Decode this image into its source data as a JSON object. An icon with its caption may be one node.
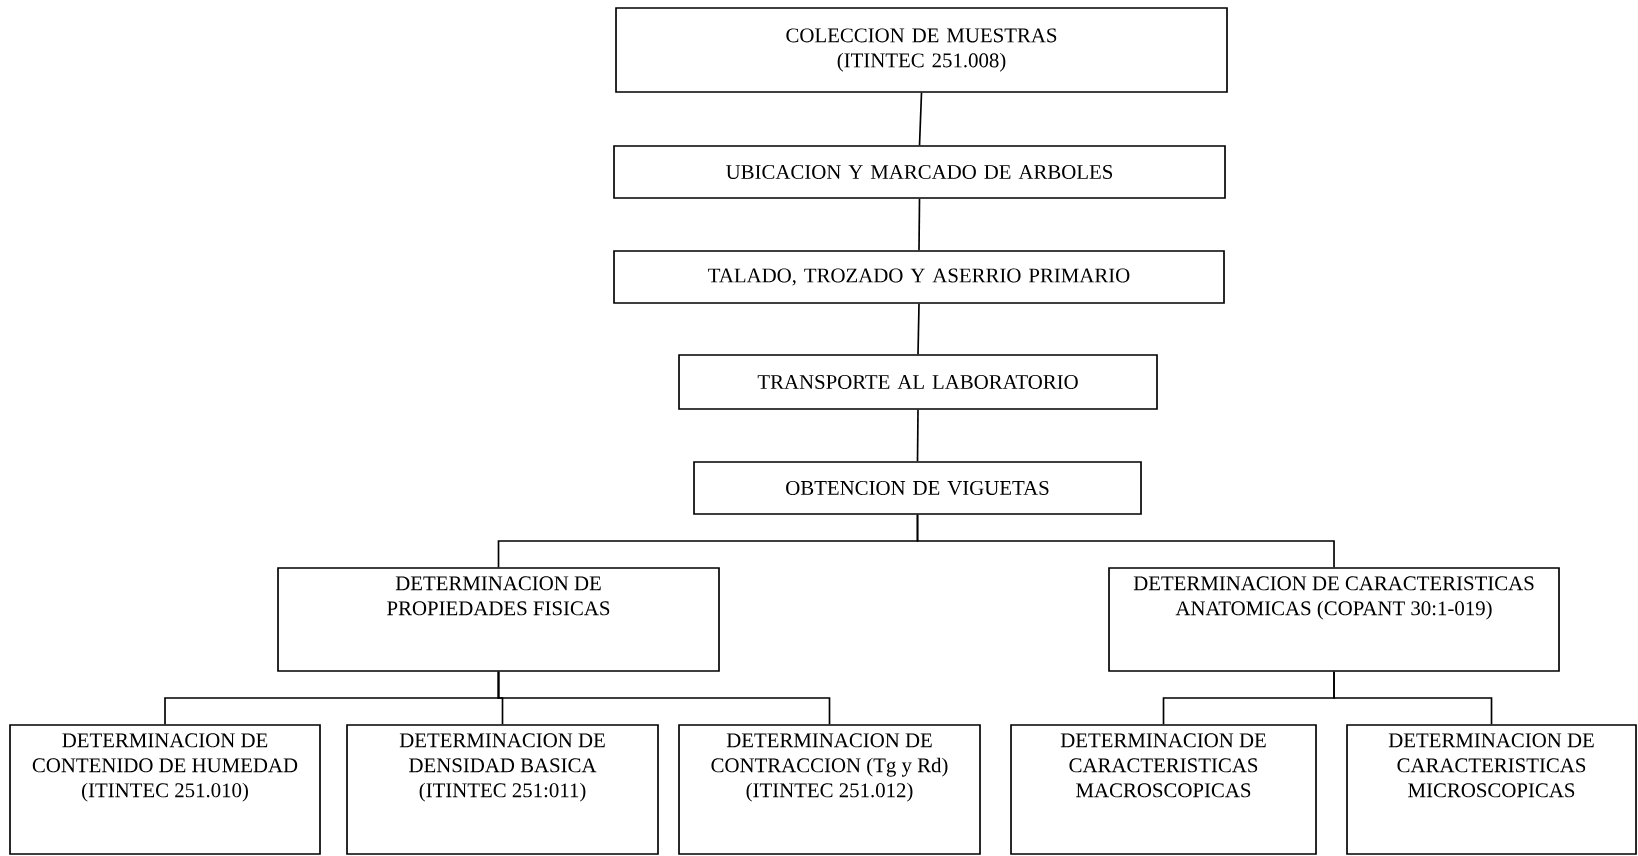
{
  "diagram": {
    "nodes": [
      {
        "text": [
          "COLECCION DE MUESTRAS (ITINTEC 251.008)"
        ]
      },
      {
        "text": [
          "UBICACION Y MARCADO DE ARBOLES"
        ]
      },
      {
        "text": [
          "TALADO, TROZADO Y ASERRIO PRIMARIO"
        ]
      },
      {
        "text": [
          "TRANSPORTE AL LABORATORIO"
        ]
      },
      {
        "text": [
          "OBTENCION DE VIGUETAS"
        ]
      },
      {
        "text": [
          "DETERMINACION DE PROPIEDADES FISICAS"
        ]
      },
      {
        "text": [
          "DETERMINACION DE CARACTERISTICAS ANATOMICAS (COPANT 30:1-019)"
        ]
      },
      {
        "text": [
          "DETERMINACION DE CONTENIDO DE HUMEDAD (ITINTEC 251.010)"
        ]
      },
      {
        "text": [
          "DETERMINACION DE DENSIDAD BASICA (ITINTEC 251:011)"
        ]
      },
      {
        "text": [
          "DETERMINACION DE CONTRACCION (Tg y Rd) (ITINTEC 251.012)"
        ]
      },
      {
        "text": [
          "DETERMINACION DE CARACTERISTICAS MACROSCOPICAS"
        ]
      },
      {
        "text": [
          "DETERMINACION DE CARACTERISTICAS MICROSCOPICAS"
        ]
      }
    ],
    "edges": [
      {
        "from": 0,
        "to": 1,
        "arrow": "none"
      },
      {
        "from": 1,
        "to": 2,
        "arrow": "none"
      },
      {
        "from": 2,
        "to": 3,
        "arrow": "none"
      },
      {
        "from": 3,
        "to": 4,
        "arrow": "none"
      },
      {
        "from": 4,
        "to": 5,
        "arrow": "none"
      },
      {
        "from": 4,
        "to": 6,
        "arrow": "none"
      },
      {
        "from": 5,
        "to": 7,
        "arrow": "none"
      },
      {
        "from": 5,
        "to": 8,
        "arrow": "none"
      },
      {
        "from": 5,
        "to": 9,
        "arrow": "none"
      },
      {
        "from": 6,
        "to": 10,
        "arrow": "none"
      },
      {
        "from": 6,
        "to": 11,
        "arrow": "none"
      }
    ]
  }
}
